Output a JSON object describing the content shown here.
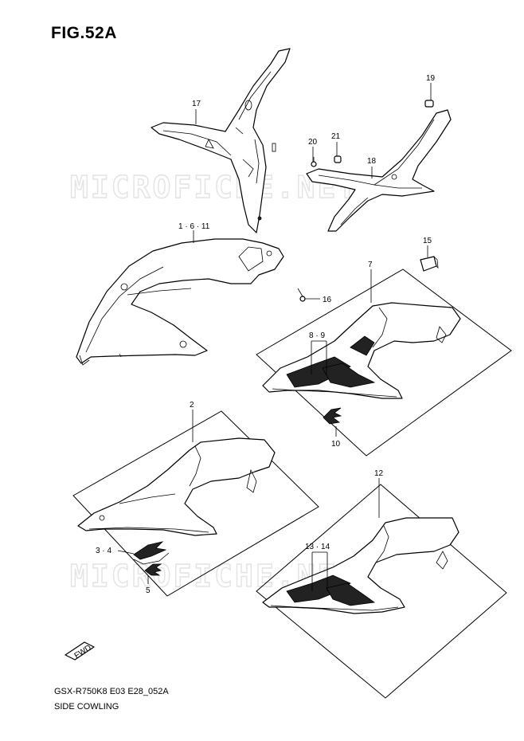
{
  "figure": {
    "title": "FIG.52A",
    "model_code": "GSX-R750K8 E03 E28_052A",
    "section_name": "SIDE COWLING"
  },
  "watermark": {
    "text": "MICROFICHE.NET"
  },
  "callouts": [
    {
      "id": "17",
      "text": "17"
    },
    {
      "id": "19",
      "text": "19"
    },
    {
      "id": "20",
      "text": "20"
    },
    {
      "id": "21",
      "text": "21"
    },
    {
      "id": "18",
      "text": "18"
    },
    {
      "id": "1-6-11",
      "text": "1 · 6 · 11"
    },
    {
      "id": "15",
      "text": "15"
    },
    {
      "id": "7",
      "text": "7"
    },
    {
      "id": "16",
      "text": "16"
    },
    {
      "id": "8-9",
      "text": "8 · 9"
    },
    {
      "id": "10",
      "text": "10"
    },
    {
      "id": "2",
      "text": "2"
    },
    {
      "id": "12",
      "text": "12"
    },
    {
      "id": "3-4",
      "text": "3 · 4"
    },
    {
      "id": "13-14",
      "text": "13 · 14"
    },
    {
      "id": "5",
      "text": "5"
    }
  ],
  "fwd_badge": "FWD",
  "colors": {
    "line": "#000000",
    "watermark": "#e3e3e3",
    "background": "#ffffff"
  }
}
